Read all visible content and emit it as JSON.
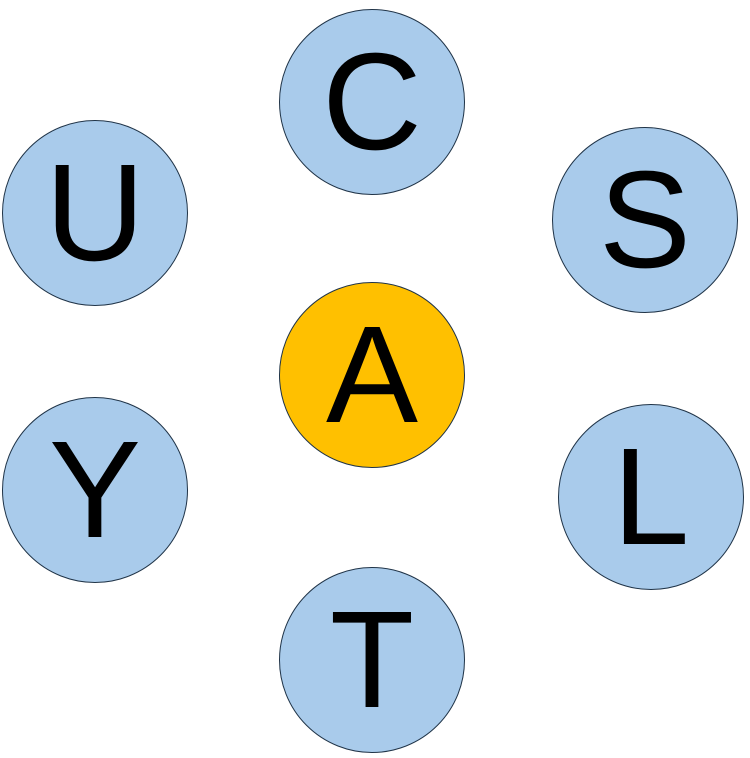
{
  "puzzle": {
    "center_letter": "A",
    "center_color": "#ffc000",
    "outer_color": "#a9cbeb",
    "outer_letters": {
      "top": "C",
      "upper_left": "U",
      "upper_right": "S",
      "lower_left": "Y",
      "lower_right": "L",
      "bottom": "T"
    }
  }
}
